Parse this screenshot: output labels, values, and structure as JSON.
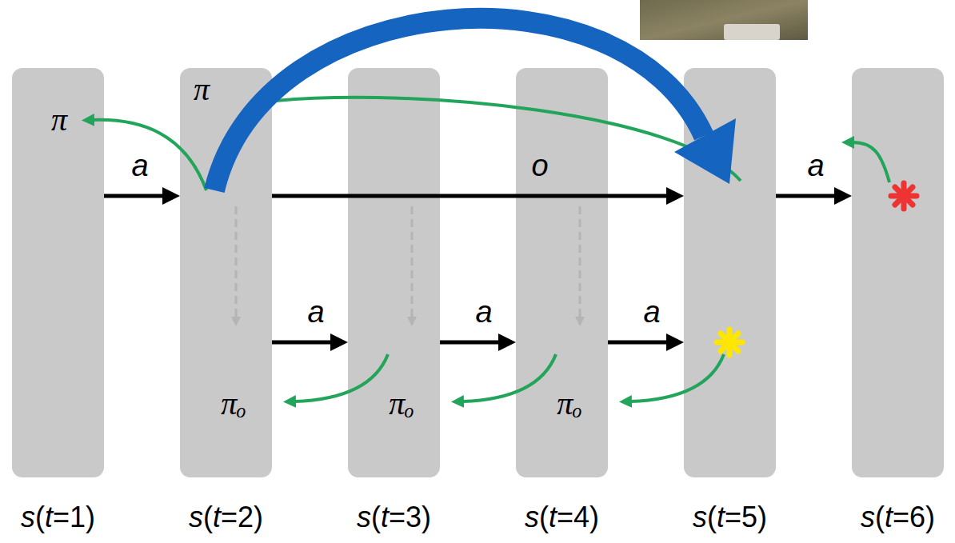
{
  "diagram": {
    "nodes": [
      {
        "text": [
          "s(t=1)"
        ]
      },
      {
        "text": [
          "s(t=2)"
        ]
      },
      {
        "text": [
          "s(t=3)"
        ]
      },
      {
        "text": [
          "s(t=4)"
        ]
      },
      {
        "text": [
          "s(t=5)"
        ]
      },
      {
        "text": [
          "s(t=6)"
        ]
      }
    ],
    "edges": [
      {
        "from": 0,
        "to": 1,
        "label": "a",
        "arrow": "to"
      },
      {
        "from": 1,
        "to": 4,
        "label": "o",
        "arrow": "to"
      },
      {
        "from": 4,
        "to": 5,
        "label": "a",
        "arrow": "to"
      },
      {
        "from": 1,
        "to": 2,
        "label": "a",
        "arrow": "to"
      },
      {
        "from": 2,
        "to": 3,
        "label": "a",
        "arrow": "to"
      },
      {
        "from": 3,
        "to": 4,
        "label": "a",
        "arrow": "to"
      }
    ],
    "labels": [
      "π",
      "π",
      "πₒ",
      "πₒ",
      "πₒ"
    ]
  }
}
